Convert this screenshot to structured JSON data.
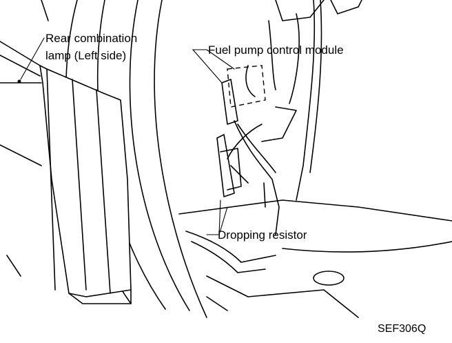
{
  "labels": {
    "rear_lamp_line1": "Rear combination",
    "rear_lamp_line2": "lamp (Left side)",
    "fuel_pump_module": "Fuel pump control module",
    "dropping_resistor": "Dropping resistor",
    "figure_code": "SEF306Q"
  }
}
